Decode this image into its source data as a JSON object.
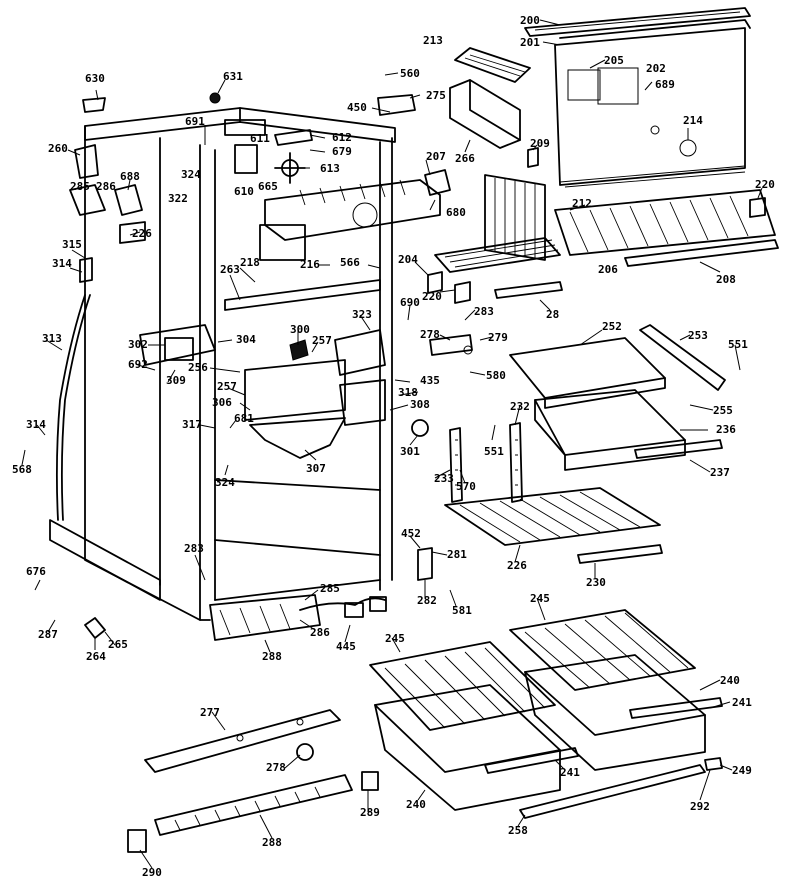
{
  "labels": [
    "200",
    "201",
    "205",
    "202",
    "689",
    "213",
    "560",
    "275",
    "450",
    "631",
    "630",
    "691",
    "611",
    "612",
    "679",
    "610",
    "613",
    "665",
    "324",
    "322",
    "260",
    "286",
    "285",
    "688",
    "226",
    "315",
    "314",
    "207",
    "266",
    "209",
    "214",
    "220",
    "680",
    "212",
    "206",
    "208",
    "216",
    "566",
    "218",
    "263",
    "204",
    "220",
    "28",
    "323",
    "690",
    "283",
    "278",
    "279",
    "580",
    "551",
    "252",
    "253",
    "255",
    "236",
    "237",
    "300",
    "257",
    "304",
    "302",
    "692",
    "309",
    "256",
    "257",
    "306",
    "317",
    "681",
    "318",
    "435",
    "308",
    "307",
    "301",
    "324",
    "233",
    "232",
    "551",
    "570",
    "226",
    "230",
    "452",
    "281",
    "282",
    "581",
    "283",
    "285",
    "286",
    "445",
    "288",
    "264",
    "265",
    "287",
    "568",
    "676",
    "313",
    "314",
    "245",
    "245",
    "240",
    "241",
    "240",
    "241",
    "277",
    "278",
    "289",
    "288",
    "290",
    "258",
    "249",
    "292"
  ]
}
